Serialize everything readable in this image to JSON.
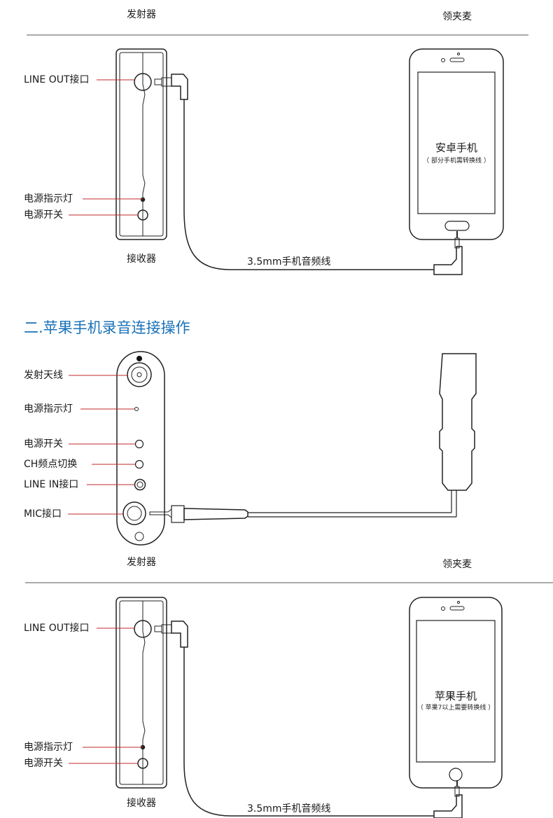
{
  "section_top": {
    "transmitter_caption": "发射器",
    "lavalier_caption": "领夹麦",
    "receiver_caption": "接收器",
    "labels": {
      "line_out": "LINE OUT接口",
      "power_indicator": "电源指示灯",
      "power_switch": "电源开关"
    },
    "phone_title": "安卓手机",
    "phone_subtitle": "（ 部分手机需转换线 ）",
    "cable_label": "3.5mm手机音频线"
  },
  "section_two": {
    "title": "二.苹果手机录音连接操作",
    "labels": {
      "antenna": "发射天线",
      "power_indicator": "电源指示灯",
      "power_switch": "电源开关",
      "ch_switch": "CH频点切换",
      "line_in": "LINE IN接口",
      "mic": "MIC接口"
    },
    "transmitter_caption": "发射器",
    "lavalier_caption": "领夹麦"
  },
  "section_bottom": {
    "labels": {
      "line_out": "LINE OUT接口",
      "power_indicator": "电源指示灯",
      "power_switch": "电源开关"
    },
    "receiver_caption": "接收器",
    "phone_title": "苹果手机",
    "phone_subtitle": "（ 苹果7以上需要转换线 ）",
    "cable_label": "3.5mm手机音频线"
  },
  "colors": {
    "leader_line": "#c0282d",
    "title_blue": "#1a72b8",
    "outline": "#222222"
  }
}
